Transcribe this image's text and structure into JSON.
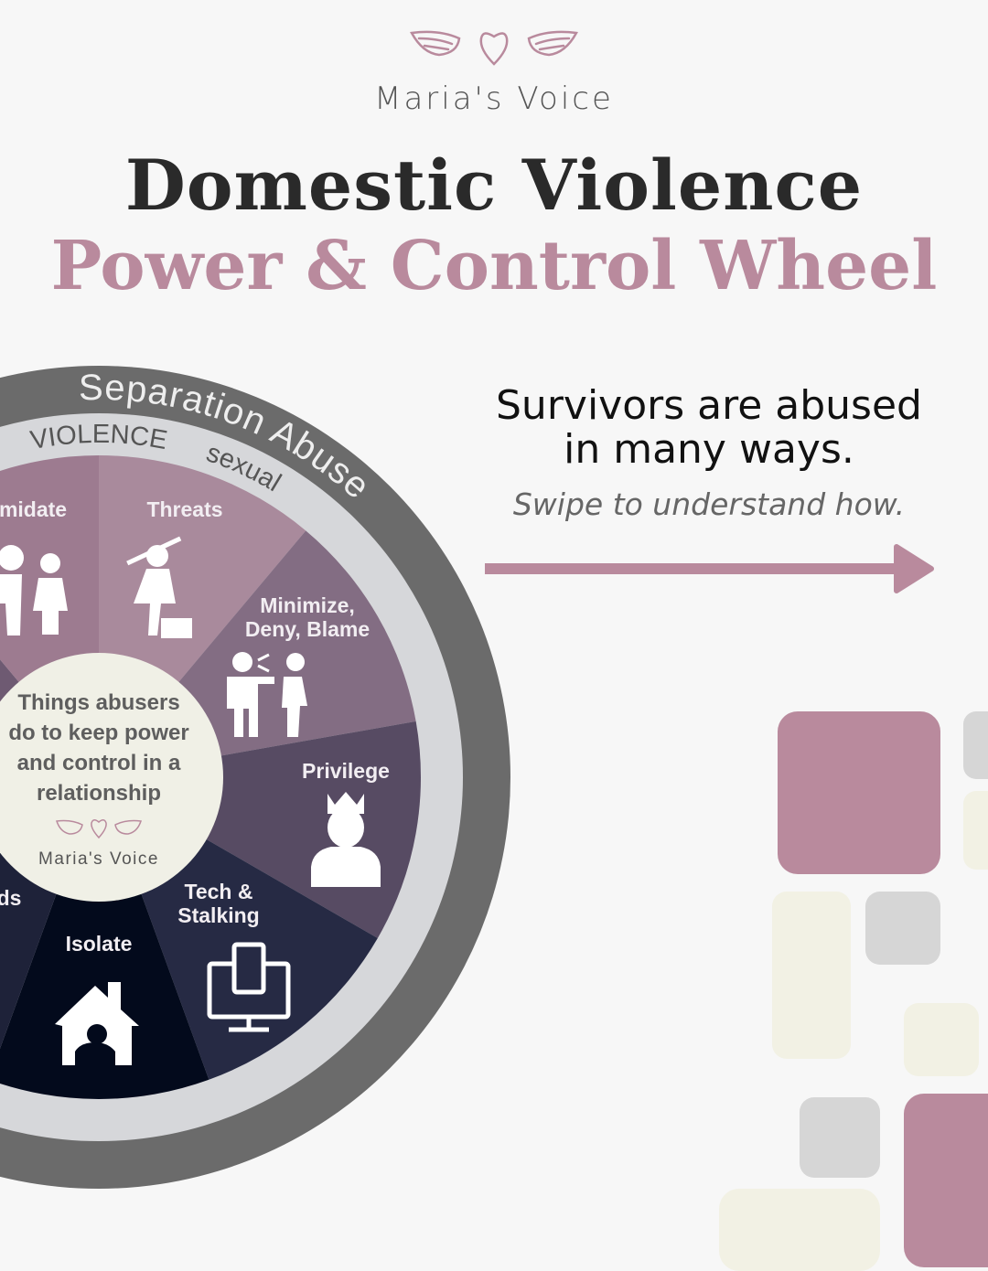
{
  "brand": {
    "name": "Maria's Voice",
    "icons": [
      "wing-left-icon",
      "heart-icon",
      "wing-right-icon"
    ],
    "color": "#b98a9d"
  },
  "title": {
    "line1": "Domestic Violence",
    "line2": "Power & Control Wheel"
  },
  "tagline": {
    "line1": "Survivors are abused",
    "line2": "in many ways.",
    "swipe": "Swipe to understand how."
  },
  "colors": {
    "accent": "#b98a9d",
    "dark": "#2a2a2a",
    "outer_ring": "#6b6b6b",
    "inner_ring": "#d6d7da",
    "hub": "#f0f0e6",
    "cream": "#f2f1e4",
    "gray": "#d6d6d6"
  },
  "wheel": {
    "outer_ring_label": "Separation Abuse",
    "inner_ring_labels": [
      "VIOLENCE",
      "sexual"
    ],
    "hub": {
      "lines": [
        "Things abusers",
        "do to keep power",
        "and control in a",
        "relationship"
      ],
      "brand": "Maria's Voice"
    },
    "segments": [
      {
        "label": [
          "Threats"
        ],
        "icon": "threatening-figure-icon",
        "color": "#a98a9c"
      },
      {
        "label": [
          "Minimize,",
          "Deny, Blame"
        ],
        "icon": "blaming-figures-icon",
        "color": "#836d83"
      },
      {
        "label": [
          "Privilege"
        ],
        "icon": "crowned-person-icon",
        "color": "#574b63"
      },
      {
        "label": [
          "Tech &",
          "Stalking"
        ],
        "icon": "phone-computer-icon",
        "color": "#262a44"
      },
      {
        "label": [
          "Isolate"
        ],
        "icon": "house-person-icon",
        "color": "#030a1c"
      },
      {
        "label": [
          "ds"
        ],
        "icon": "",
        "color": "#1e2239"
      },
      {
        "label": [
          ""
        ],
        "icon": "",
        "color": "#3b3550"
      },
      {
        "label": [
          ""
        ],
        "icon": "",
        "color": "#6e5a72"
      },
      {
        "label": [
          "midate"
        ],
        "icon": "yelling-figures-icon",
        "color": "#9d7b90"
      }
    ]
  }
}
